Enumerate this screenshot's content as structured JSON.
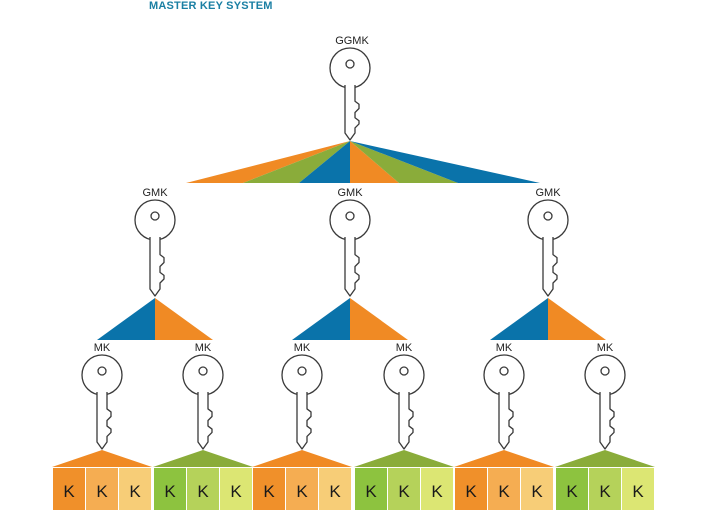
{
  "title": "MASTER KEY SYSTEM",
  "colors": {
    "orange": "#f08a24",
    "green": "#8aac3a",
    "blue": "#0a73aa",
    "key_fill": "#ffffff",
    "key_stroke": "#3a3a3a",
    "cell_orange_1": "#f0902a",
    "cell_orange_2": "#f5ad52",
    "cell_orange_3": "#f7cd77",
    "cell_green_1": "#8dc33f",
    "cell_green_2": "#b5d25a",
    "cell_green_3": "#dce673"
  },
  "icons": {
    "key": "key-icon"
  },
  "root": {
    "label": "GGMK"
  },
  "gmk": [
    {
      "label": "GMK"
    },
    {
      "label": "GMK"
    },
    {
      "label": "GMK"
    }
  ],
  "mk": [
    {
      "label": "MK",
      "group_color": "orange"
    },
    {
      "label": "MK",
      "group_color": "green"
    },
    {
      "label": "MK",
      "group_color": "orange"
    },
    {
      "label": "MK",
      "group_color": "green"
    },
    {
      "label": "MK",
      "group_color": "orange"
    },
    {
      "label": "MK",
      "group_color": "green"
    }
  ],
  "cell_label": "K",
  "fan_colors": [
    "orange",
    "green",
    "blue",
    "orange",
    "green",
    "blue"
  ]
}
